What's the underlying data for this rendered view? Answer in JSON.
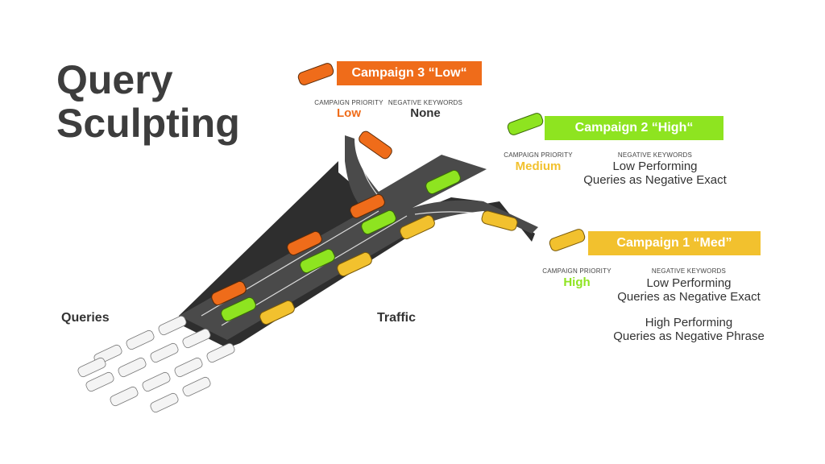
{
  "title": {
    "line1": "Query",
    "line2": "Sculpting"
  },
  "colors": {
    "low": "#ef6c1a",
    "medium": "#f2c12e",
    "high": "#8ee420",
    "road": "#4a4a4a",
    "white_car": "#f4f4f4"
  },
  "labels": {
    "queries": "Queries",
    "traffic": "Traffic"
  },
  "campaigns": [
    {
      "banner": "Campaign 3 “Low“",
      "priority_label": "CAMPAIGN PRIORITY",
      "priority_value": "Low",
      "negative_label": "NEGATIVE KEYWORDS",
      "negative_lines": [
        "None"
      ]
    },
    {
      "banner": "Campaign 2 “High“",
      "priority_label": "CAMPAIGN PRIORITY",
      "priority_value": "Medium",
      "negative_label": "NEGATIVE KEYWORDS",
      "negative_lines": [
        "Low Performing",
        "Queries as Negative Exact"
      ]
    },
    {
      "banner": "Campaign 1 “Med”",
      "priority_label": "CAMPAIGN PRIORITY",
      "priority_value": "High",
      "negative_label": "NEGATIVE KEYWORDS",
      "negative_lines": [
        "Low Performing",
        "Queries as Negative Exact",
        "High Performing",
        "Queries as Negative Phrase"
      ]
    }
  ]
}
